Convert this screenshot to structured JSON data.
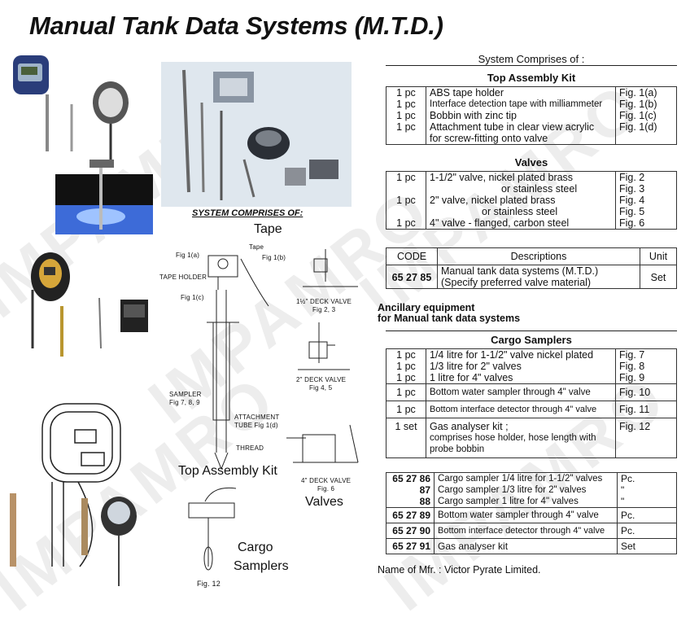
{
  "title": "Manual Tank Data Systems (M.T.D.)",
  "watermark": "IMPAMRO",
  "diagram": {
    "heading": "SYSTEM COMPRISES OF:",
    "tape_caption": "Tape",
    "top_assembly_caption": "Top Assembly Kit",
    "valves_caption": "Valves",
    "cargo_caption_1": "Cargo",
    "cargo_caption_2": "Samplers",
    "fig12_caption": "Fig. 12",
    "labels": {
      "tape": "Tape",
      "fig1a": "Fig 1(a)",
      "fig1b": "Fig 1(b)",
      "fig1c": "Fig 1(c)",
      "tape_holder": "TAPE HOLDER",
      "half_deck_valve": "1½\" DECK VALVE",
      "fig23": "Fig 2, 3",
      "two_deck_valve": "2\" DECK VALVE",
      "fig45": "Fig 4, 5",
      "sampler": "SAMPLER",
      "fig789": "Fig 7, 8, 9",
      "attachment_tube": "ATTACHMENT",
      "attachment_tube_2": "TUBE Fig 1(d)",
      "thread": "THREAD",
      "four_deck_valve": "4\" DECK VALVE",
      "fig6": "Fig. 6"
    }
  },
  "right": {
    "system_comprises": "System Comprises of :",
    "top_assembly": {
      "heading": "Top Assembly Kit",
      "rows": [
        {
          "qty": "1 pc",
          "desc": "ABS tape holder",
          "fig": "Fig.  1(a)"
        },
        {
          "qty": "1 pc",
          "desc": "Interface detection tape with milliammeter",
          "fig": "Fig.  1(b)"
        },
        {
          "qty": "1 pc",
          "desc": "Bobbin with zinc tip",
          "fig": "Fig.  1(c)"
        },
        {
          "qty": "1 pc",
          "desc": "Attachment tube in clear view acrylic",
          "desc2": "for screw-fitting onto valve",
          "fig": "Fig.  1(d)"
        }
      ]
    },
    "valves": {
      "heading": "Valves",
      "lines": [
        {
          "qty": "1 pc",
          "desc": "1-1/2\" valve, nickel plated brass",
          "fig": "Fig.  2"
        },
        {
          "qty": "",
          "desc": "or stainless steel",
          "fig": "Fig.  3"
        },
        {
          "qty": "1 pc",
          "desc": "2\" valve, nickel plated brass",
          "fig": "Fig.  4"
        },
        {
          "qty": "",
          "desc": "or stainless steel",
          "fig": "Fig.  5"
        },
        {
          "qty": "1 pc",
          "desc": "4\" valve - flanged, carbon steel",
          "fig": "Fig.  6"
        }
      ]
    },
    "code_table": {
      "headers": [
        "CODE",
        "Descriptions",
        "Unit"
      ],
      "code": "65 27 85",
      "desc1": "Manual tank data systems (M.T.D.)",
      "desc2": "(Specify preferred valve material)",
      "unit": "Set"
    },
    "ancillary_1": "Ancillary equipment",
    "ancillary_2": "for Manual tank data systems",
    "cargo_samplers": {
      "heading": "Cargo Samplers",
      "rows": [
        {
          "qty": "1 pc",
          "desc": "1/4 litre for 1-1/2\" valve nickel plated",
          "fig": "Fig.  7"
        },
        {
          "qty": "1 pc",
          "desc": "1/3 litre for 2\" valves",
          "fig": "Fig.  8"
        },
        {
          "qty": "1 pc",
          "desc": "1 litre for 4\" valves",
          "fig": "Fig.  9"
        },
        {
          "qty": "1 pc",
          "desc": "Bottom water sampler through 4\" valve",
          "fig": "Fig. 10"
        },
        {
          "qty": "1 pc",
          "desc": "Bottom interface detector through 4\" valve",
          "fig": "Fig. 11"
        },
        {
          "qty": "1 set",
          "desc": "Gas analyser kit ;",
          "desc2": "comprises hose holder, hose length with",
          "desc3": "probe bobbin",
          "fig": "Fig. 12"
        }
      ]
    },
    "codes": [
      {
        "code": "65 27 86",
        "desc": "Cargo sampler 1/4 litre for 1-1/2\" valves",
        "unit": "Pc."
      },
      {
        "code": "87",
        "desc": "Cargo sampler 1/3 litre for 2\" valves",
        "unit": "\""
      },
      {
        "code": "88",
        "desc": "Cargo sampler 1 litre for 4\" valves",
        "unit": "\""
      },
      {
        "code": "65 27 89",
        "desc": "Bottom water sampler through 4\" valve",
        "unit": "Pc."
      },
      {
        "code": "65 27 90",
        "desc": "Bottom interface detector through 4\" valve",
        "unit": "Pc."
      },
      {
        "code": "65 27 91",
        "desc": "Gas analyser kit",
        "unit": "Set"
      }
    ],
    "manufacturer": "Name of Mfr. : Victor Pyrate Limited."
  }
}
